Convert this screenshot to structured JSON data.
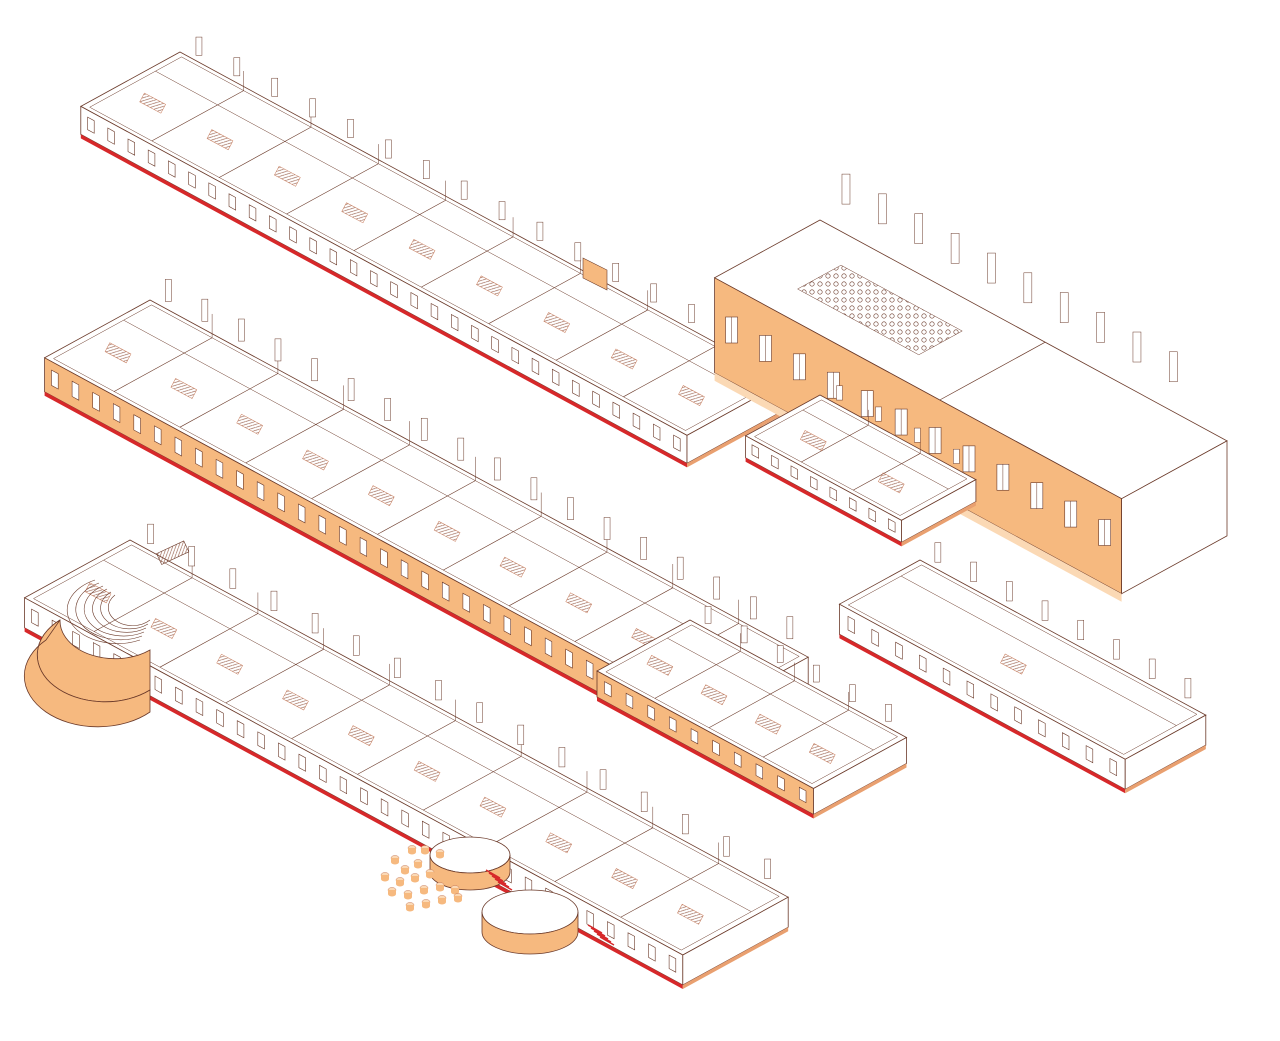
{
  "diagram": {
    "type": "axonometric-floor-plans",
    "colors": {
      "background": "#ffffff",
      "linework": "#6b3a2a",
      "wall_fill": "#ffffff",
      "orange_fill": "#f6b97f",
      "orange_light": "#fbd9b5",
      "red_base": "#d7282a",
      "furniture": "#c87b5a"
    },
    "levels": [
      {
        "id": "upper",
        "has_hall": true
      },
      {
        "id": "middle",
        "has_annex": true
      },
      {
        "id": "ground",
        "has_amphitheatre": true,
        "has_outdoor_seating": true
      }
    ]
  }
}
